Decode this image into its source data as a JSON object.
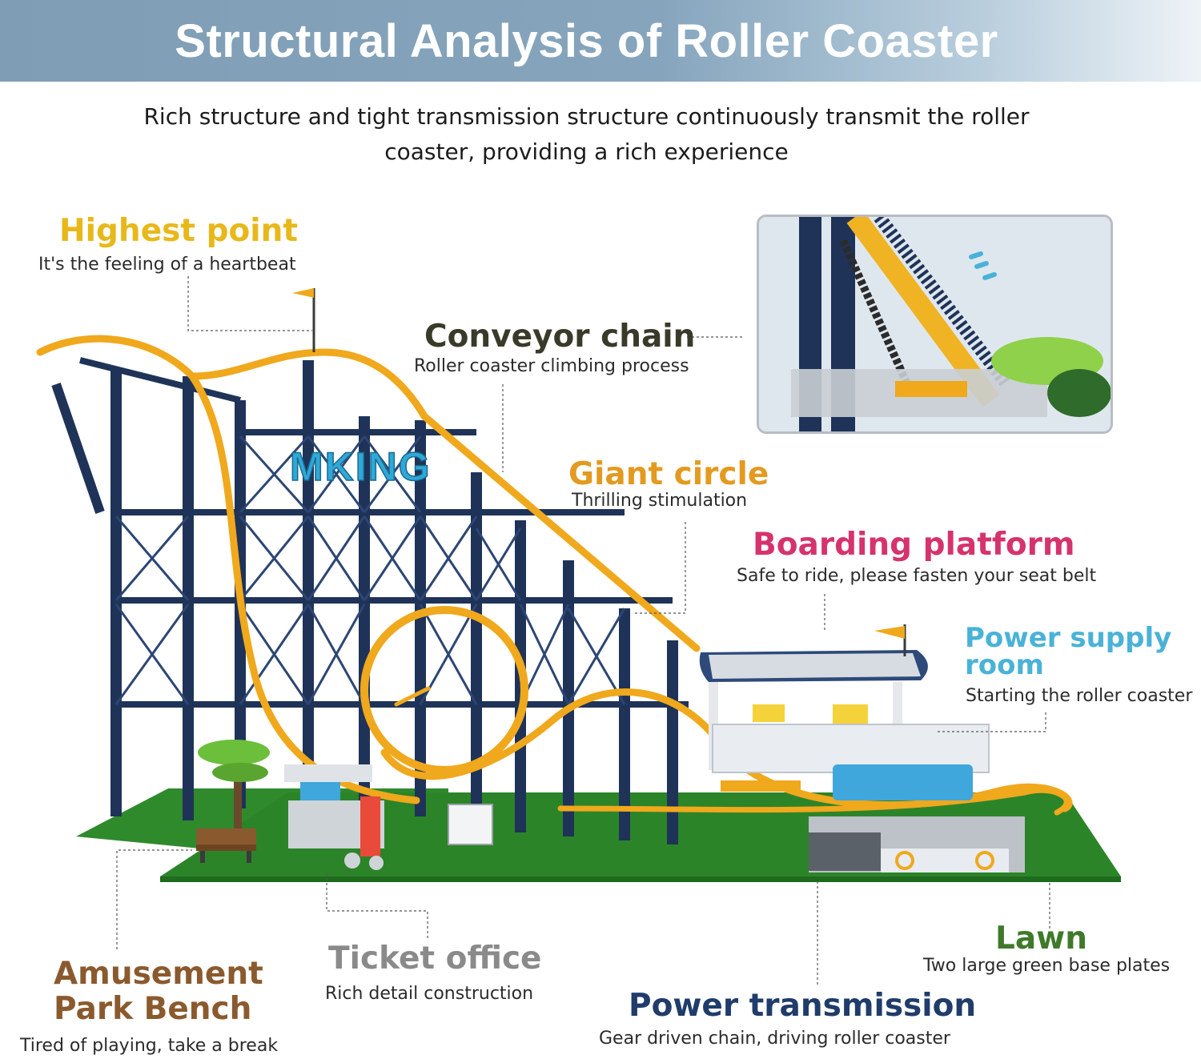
{
  "header": {
    "title": "Structural Analysis of Roller Coaster"
  },
  "subtitle": {
    "line1": "Rich structure and tight transmission structure continuously transmit the roller",
    "line2": "coaster, providing a rich experience"
  },
  "brand_sign": "MKING",
  "colors": {
    "banner": "#86a5bd",
    "track": "#f0a81c",
    "frame": "#1f3358",
    "lawn": "#2f8a2c",
    "highest_point": "#e8b81a",
    "conveyor_chain": "#3a3a2a",
    "giant_circle": "#e39a1f",
    "boarding_platform": "#d6336c",
    "power_supply_room": "#4ab2d8",
    "lawn_label": "#3f7a2a",
    "power_transmission": "#1f3c6a",
    "ticket_office": "#8a8a8a",
    "bench": "#8a5a2e"
  },
  "labels": {
    "highest_point": {
      "title": "Highest point",
      "desc": "It's the feeling of a heartbeat"
    },
    "conveyor_chain": {
      "title": "Conveyor chain",
      "desc": "Roller coaster climbing process"
    },
    "giant_circle": {
      "title": "Giant circle",
      "desc": "Thrilling stimulation"
    },
    "boarding_platform": {
      "title": "Boarding platform",
      "desc": "Safe to ride, please fasten your seat belt"
    },
    "power_supply_room": {
      "title_line1": "Power supply",
      "title_line2": "room",
      "desc": "Starting the roller coaster"
    },
    "lawn": {
      "title": "Lawn",
      "desc": "Two large green base plates"
    },
    "power_transmission": {
      "title": "Power transmission",
      "desc": "Gear driven chain, driving roller coaster"
    },
    "ticket_office": {
      "title": "Ticket office",
      "desc": "Rich detail construction"
    },
    "bench": {
      "title_line1": "Amusement",
      "title_line2": "Park Bench",
      "desc": "Tired of playing, take a break"
    }
  }
}
